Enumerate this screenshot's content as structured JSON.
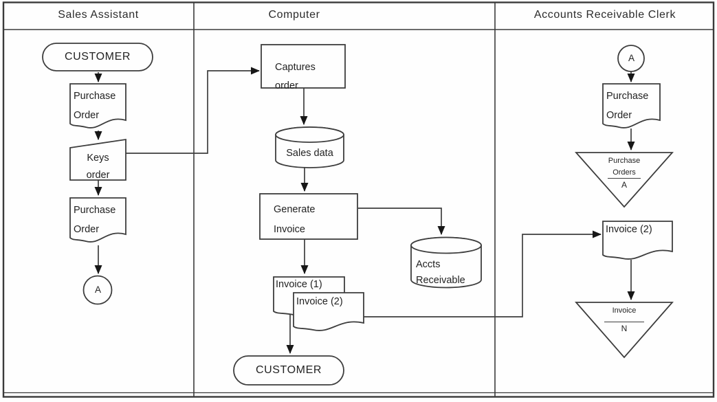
{
  "diagram": {
    "kind": "swimlane-flowchart",
    "colors": {
      "line": "#3d3d3d",
      "background": "#ffffff",
      "text": "#222222"
    }
  },
  "lanes": [
    {
      "title": "Sales Assistant"
    },
    {
      "title": "Computer"
    },
    {
      "title": "Accounts Receivable Clerk"
    }
  ],
  "nodes": {
    "sa_customer": "CUSTOMER",
    "sa_po1": "Purchase\nOrder",
    "sa_keys": "Keys\norder",
    "sa_po2": "Purchase\nOrder",
    "sa_connector": "A",
    "c_captures": "Captures\norder",
    "c_sales_data": "Sales data",
    "c_generate": "Generate\nInvoice",
    "c_accts": "Accts\nReceivable",
    "c_invoice1": "Invoice (1)",
    "c_invoice2": "Invoice (2)",
    "c_customer": "CUSTOMER",
    "ar_connector": "A",
    "ar_po": "Purchase\nOrder",
    "ar_file_po": {
      "line1": "Purchase",
      "line2": "Orders",
      "letter": "A"
    },
    "ar_invoice2": "Invoice (2)",
    "ar_file_inv": {
      "line1": "Invoice",
      "letter": "N"
    }
  }
}
